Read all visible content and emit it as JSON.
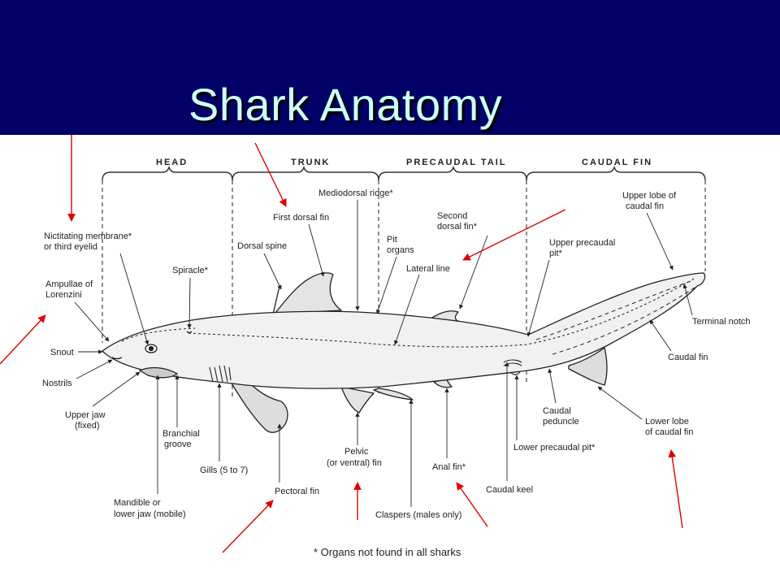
{
  "slide": {
    "title": "Shark Anatomy",
    "header_color": "#000066",
    "title_color": "#ccffff",
    "pointer_arrow_color": "#e00000"
  },
  "diagram": {
    "regions": {
      "head": "HEAD",
      "trunk": "TRUNK",
      "precaudal_tail": "PRECAUDAL TAIL",
      "caudal_fin": "CAUDAL FIN"
    },
    "labels": {
      "nictitating_1": "Nictitating membrane*",
      "nictitating_2": "or third eyelid",
      "ampullae_1": "Ampullae of",
      "ampullae_2": "Lorenzini",
      "spiracle": "Spiracle*",
      "snout": "Snout",
      "nostrils": "Nostrils",
      "upper_jaw_1": "Upper jaw",
      "upper_jaw_2": "(fixed)",
      "branchial_1": "Branchial",
      "branchial_2": "groove",
      "gills": "Gills (5 to 7)",
      "mandible_1": "Mandible or",
      "mandible_2": "lower jaw (mobile)",
      "first_dorsal": "First dorsal fin",
      "dorsal_spine": "Dorsal spine",
      "mediodorsal": "Mediodorsal ridge*",
      "pit_organs_1": "Pit",
      "pit_organs_2": "organs",
      "lateral_line": "Lateral line",
      "second_dorsal_1": "Second",
      "second_dorsal_2": "dorsal fin*",
      "pectoral": "Pectoral fin",
      "pelvic_1": "Pelvic",
      "pelvic_2": "(or ventral) fin",
      "anal_fin": "Anal fin*",
      "claspers": "Claspers (males only)",
      "caudal_keel": "Caudal keel",
      "lower_precaudal": "Lower precaudal pit*",
      "caudal_peduncle_1": "Caudal",
      "caudal_peduncle_2": "peduncle",
      "upper_lobe_1": "Upper lobe of",
      "upper_lobe_2": "caudal fin",
      "upper_precaudal_1": "Upper precaudal",
      "upper_precaudal_2": "pit*",
      "terminal_notch": "Terminal notch",
      "caudal_fin": "Caudal fin",
      "lower_lobe_1": "Lower lobe",
      "lower_lobe_2": "of caudal fin"
    },
    "footnote": "* Organs not found in all sharks"
  }
}
